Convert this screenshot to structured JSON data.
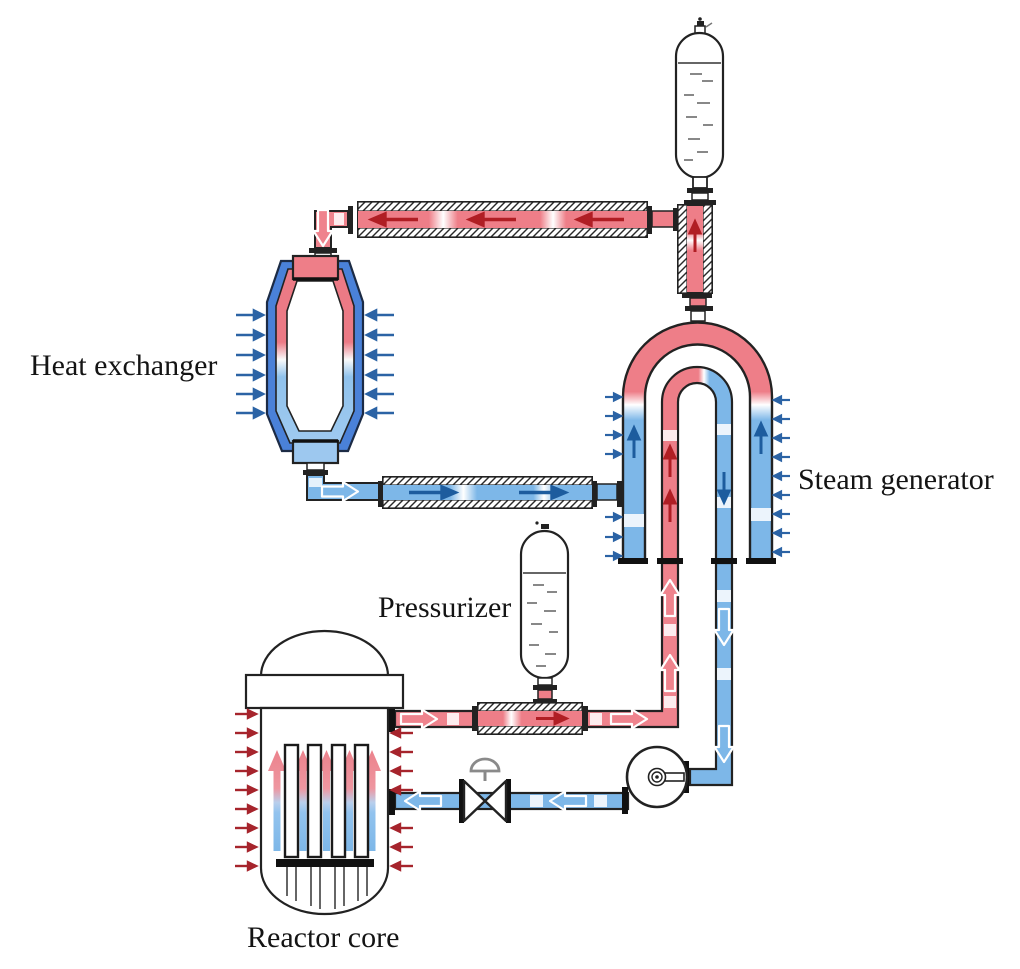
{
  "diagram": {
    "labels": {
      "heat_exchanger": "Heat exchanger",
      "steam_generator": "Steam generator",
      "pressurizer": "Pressurizer",
      "reactor_core": "Reactor core"
    },
    "colors": {
      "hot_fluid": "#ee7e88",
      "hot_flow_arrow": "#b01e24",
      "cold_fluid": "#7db7e8",
      "cold_flow_arrow": "#1d5c9e",
      "exchanger_shell": "#4a81d8",
      "ambient_air_arrow": "#2b63a5",
      "reactor_heat_arrow": "#a6242c",
      "outline": "#222222",
      "background": "#ffffff"
    }
  }
}
